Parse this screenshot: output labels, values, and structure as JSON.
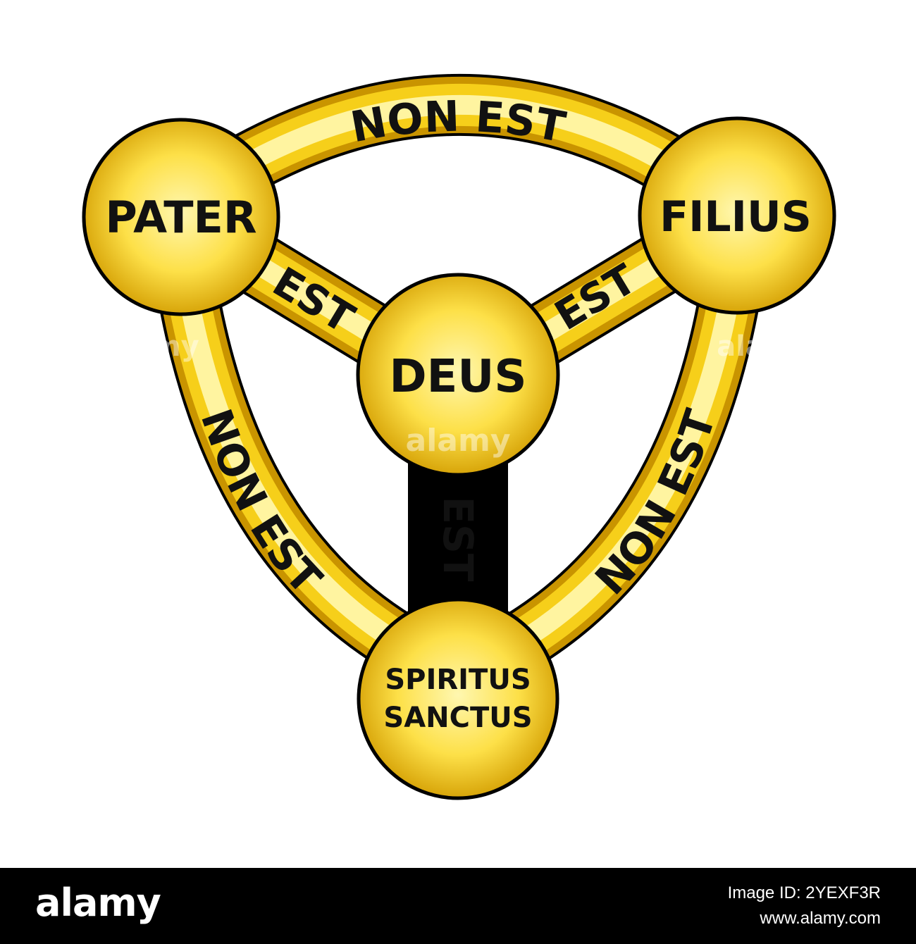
{
  "diagram": {
    "nodes": {
      "top_left": "PATER",
      "top_right": "FILIUS",
      "center": "DEUS",
      "bottom_line1": "SPIRITUS",
      "bottom_line2": "SANCTUS"
    },
    "edges": {
      "outer_top": "NON EST",
      "outer_left": "NON EST",
      "outer_right": "NON EST",
      "spoke_left": "EST",
      "spoke_right": "EST",
      "spoke_bottom": "EST"
    }
  },
  "watermark": "alamy",
  "footer": {
    "brand": "alamy",
    "image_id_line": "Image ID: 2YEXF3R",
    "site": "www.alamy.com"
  },
  "colors": {
    "gold_light": "#fff6a8",
    "gold_mid": "#f6cf1a",
    "gold_dark": "#c99400",
    "outline": "#000000"
  }
}
